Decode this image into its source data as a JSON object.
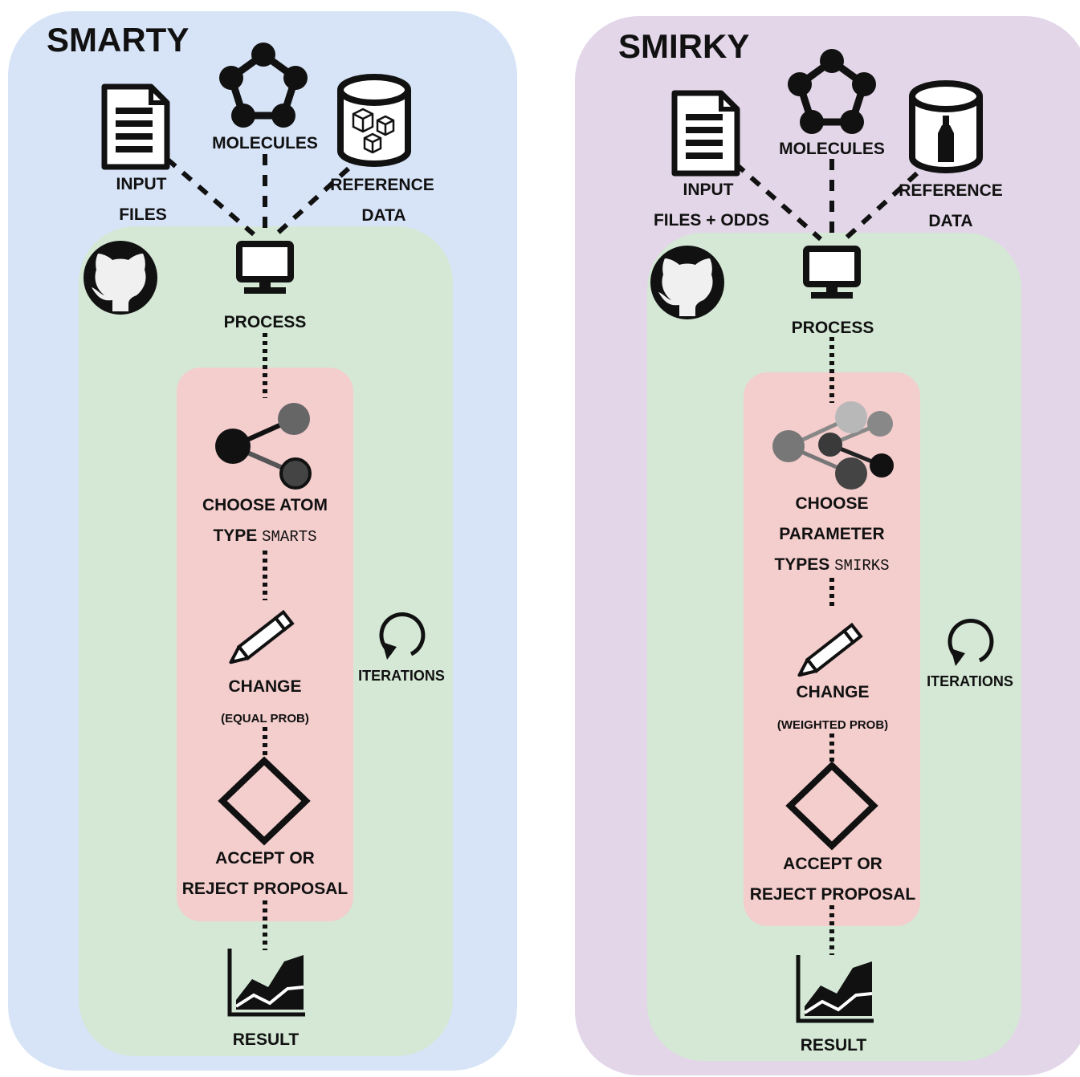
{
  "colors": {
    "smarty_bg": "#d7e4f7",
    "smirky_bg": "#e2d6e8",
    "github_zone": "#d4e8d5",
    "iteration_zone": "#f4cdcd",
    "ink": "#111111"
  },
  "panels": [
    {
      "title": "SMARTY",
      "inputs": {
        "input_line1": "INPUT",
        "input_line2": "FILES",
        "molecules": "MOLECULES",
        "reference_line1": "REFERENCE",
        "reference_line2": "DATA",
        "reference_icon": "database-cubes-icon"
      },
      "process": "PROCESS",
      "choose_lines": [
        "CHOOSE ATOM",
        "TYPE "
      ],
      "choose_mono": "SMARTS",
      "choose_icon": "share-nodes-icon",
      "change": "CHANGE",
      "change_sub": "(EQUAL PROB)",
      "decision_line1": "ACCEPT OR",
      "decision_line2": "REJECT PROPOSAL",
      "iterations": "ITERATIONS",
      "result": "RESULT"
    },
    {
      "title": "SMIRKY",
      "inputs": {
        "input_line1": "INPUT",
        "input_line2": "FILES + ODDS",
        "molecules": "MOLECULES",
        "reference_line1": "REFERENCE",
        "reference_line2": "DATA",
        "reference_icon": "database-bottle-icon"
      },
      "process": "PROCESS",
      "choose_lines": [
        "CHOOSE",
        "PARAMETER",
        "TYPES "
      ],
      "choose_mono": "SMIRKS",
      "choose_icon": "multi-node-graph-icon",
      "change": "CHANGE",
      "change_sub": "(WEIGHTED PROB)",
      "decision_line1": "ACCEPT OR",
      "decision_line2": "REJECT PROPOSAL",
      "iterations": "ITERATIONS",
      "result": "RESULT"
    }
  ]
}
